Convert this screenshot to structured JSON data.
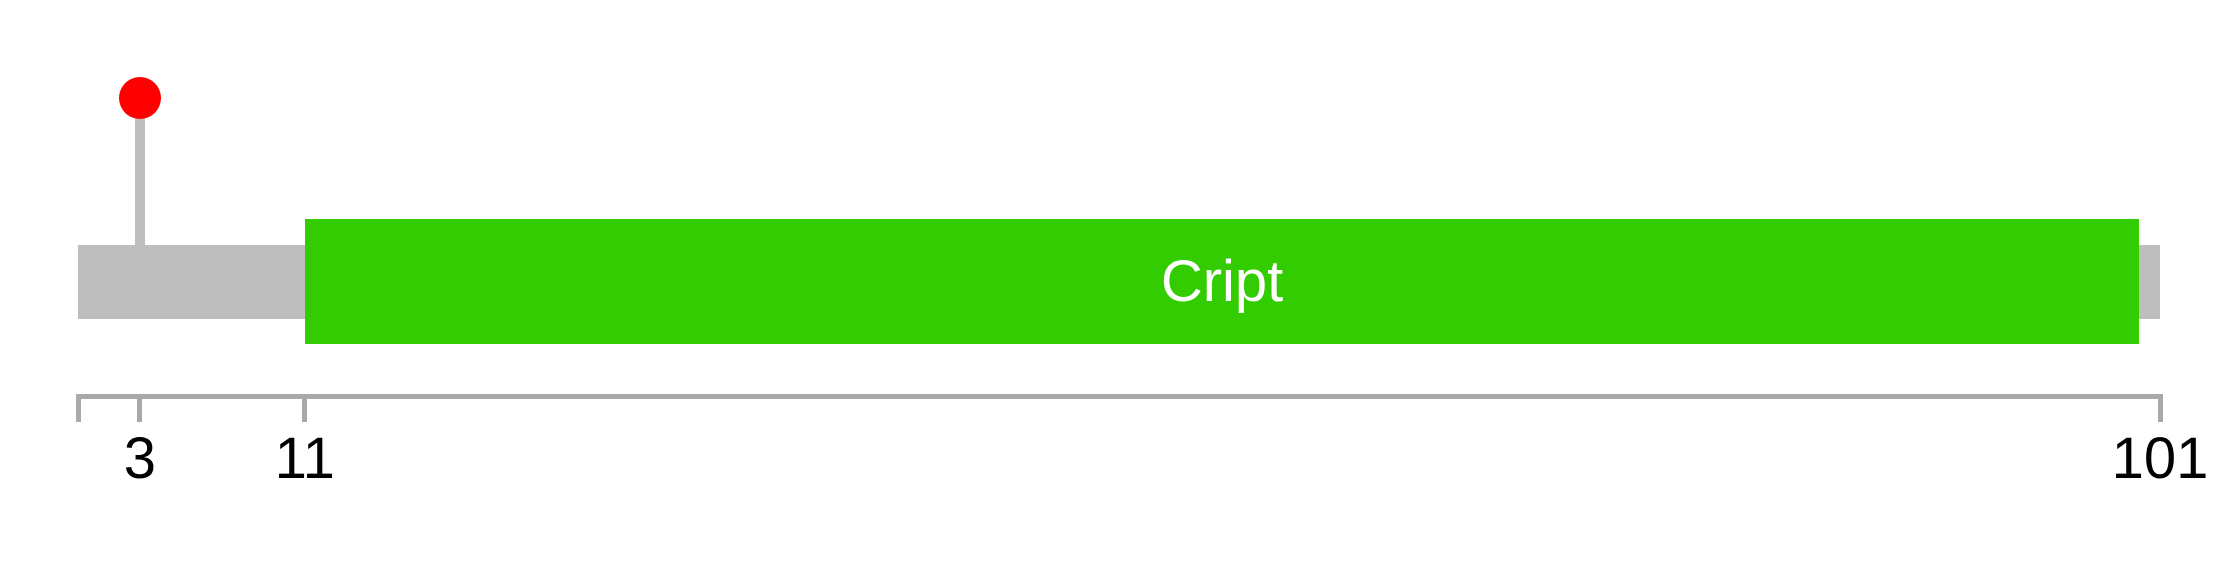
{
  "chart_data": {
    "type": "lollipop",
    "axis": {
      "range": [
        0,
        101
      ],
      "ticks": [
        {
          "pos": 0,
          "label": ""
        },
        {
          "pos": 3,
          "label": "3"
        },
        {
          "pos": 11,
          "label": "11"
        },
        {
          "pos": 101,
          "label": "101"
        }
      ],
      "color": "#A9A9A9",
      "label_color": "#000000",
      "grid": false
    },
    "backbone": {
      "start": 0,
      "end": 101,
      "color": "#BEBEBE"
    },
    "domains": [
      {
        "label": "Cript",
        "start": 11,
        "end": 100,
        "fill": "#33CC00",
        "label_color": "#FFFFFF"
      }
    ],
    "mutations": [
      {
        "position": 3,
        "marker_color": "#FF0000",
        "stem_color": "#BEBEBE"
      }
    ]
  }
}
